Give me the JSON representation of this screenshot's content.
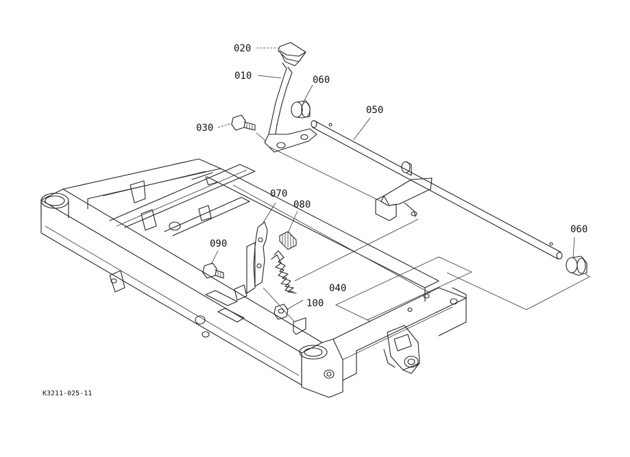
{
  "callouts": {
    "c010": "010",
    "c020": "020",
    "c030": "030",
    "c040": "040",
    "c050": "050",
    "c060a": "060",
    "c060b": "060",
    "c070": "070",
    "c080": "080",
    "c090": "090",
    "c100": "100"
  },
  "figure_ref": "K3211-025-11"
}
